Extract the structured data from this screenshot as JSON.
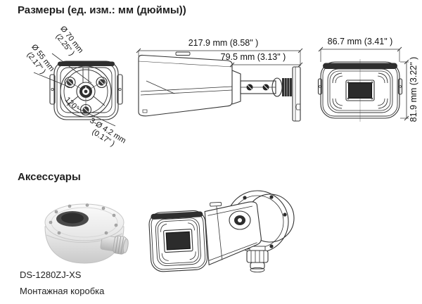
{
  "dimensions": {
    "title": "Размеры (ед. изм.: мм (дюймы))",
    "rear_view": {
      "d70_l1": "Ø 70 mm",
      "d70_l2": "(2.25\" )",
      "d55_l1": "Ø 55 mm",
      "d55_l2": "(2.17\" )",
      "holes_l1": "3-Ø 4.2 mm",
      "holes_l2": "(0.17\" )",
      "angle": "120°"
    },
    "side_view": {
      "total_length": "217.9 mm (8.58\" )",
      "mount_length": "79.5 mm (3.13\" )"
    },
    "front_view": {
      "width": "86.7 mm (3.41\" )",
      "height": "81.9 mm (3.22\" )"
    }
  },
  "accessories": {
    "title": "Аксессуары",
    "items": [
      {
        "model": "DS-1280ZJ-XS",
        "description": "Монтажная коробка"
      }
    ]
  },
  "colors": {
    "line": "#333333",
    "text": "#1f1f1f"
  }
}
